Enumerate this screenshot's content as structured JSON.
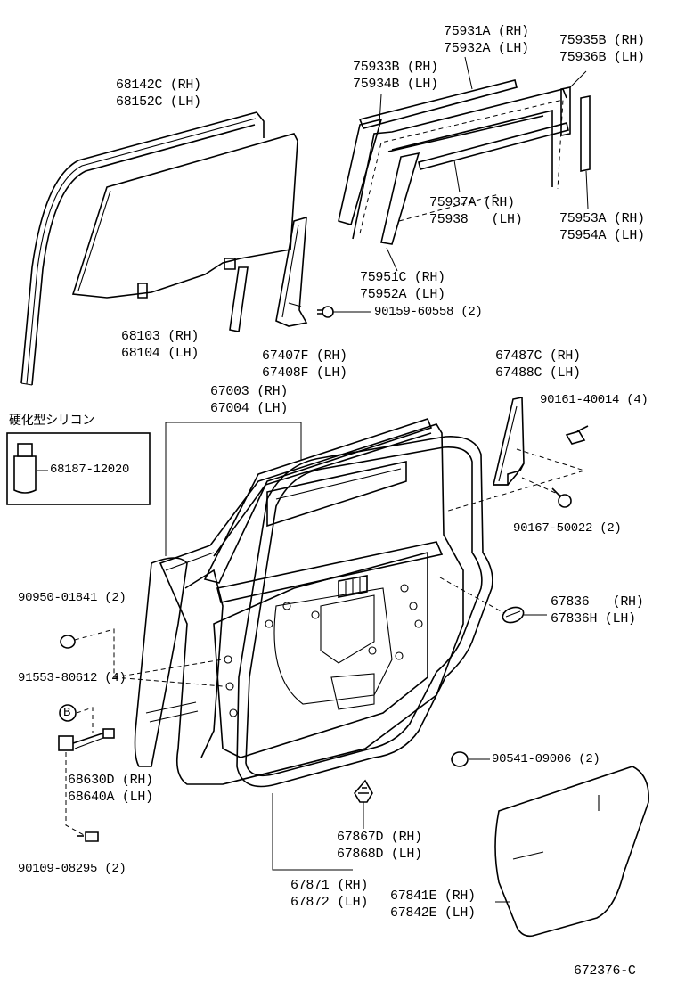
{
  "labels": {
    "glass_run_l1": "68142C (RH)",
    "glass_run_l2": "68152C (LH)",
    "frame_mould_l1": "75933B (RH)",
    "frame_mould_l2": "75934B (LH)",
    "belt_mould_l1": "75931A (RH)",
    "belt_mould_l2": "75932A (LH)",
    "rear_mould_l1": "75935B (RH)",
    "rear_mould_l2": "75936B (LH)",
    "lower_mould_l1": "75937A (RH)",
    "lower_mould_l2": "75938   (LH)",
    "pillar_mould_l1": "75953A (RH)",
    "pillar_mould_l2": "75954A (LH)",
    "garnish_l1": "75951C (RH)",
    "garnish_l2": "75952A (LH)",
    "screw_a": "90159-60558 (2)",
    "glass_l1": "68103 (RH)",
    "glass_l2": "68104 (LH)",
    "division_l1": "67407F (RH)",
    "division_l2": "67408F (LH)",
    "quarter_l1": "67487C (RH)",
    "quarter_l2": "67488C (LH)",
    "screw_b": "90161-40014 (4)",
    "door_l1": "67003 (RH)",
    "door_l2": "67004 (LH)",
    "silicone_title": "硬化型シリコン",
    "silicone_part": "68187-12020",
    "screw_c": "90167-50022 (2)",
    "plug_a": "90950-01841 (2)",
    "plug_b": "91553-80612 (4)",
    "bracket_l1": "67836   (RH)",
    "bracket_l2": "67836H (LH)",
    "callout_b": "B",
    "checker_l1": "68630D (RH)",
    "checker_l2": "68640A (LH)",
    "clip_a": "90541-09006 (2)",
    "clip_l1": "67867D (RH)",
    "clip_l2": "67868D (LH)",
    "bolt": "90109-08295 (2)",
    "weather_l1": "67871 (RH)",
    "weather_l2": "67872 (LH)",
    "hole_cover_l1": "67841E (RH)",
    "hole_cover_l2": "67842E (LH)",
    "diagram_code": "672376-C"
  }
}
